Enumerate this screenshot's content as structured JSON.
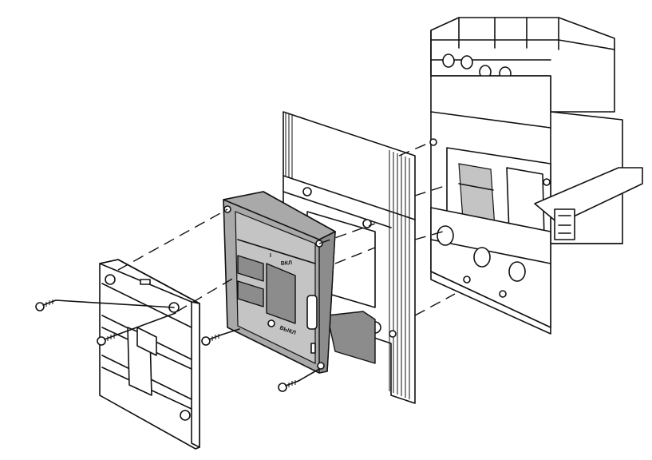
{
  "labels": {
    "on": "ВКЛ",
    "off": "ВЫКЛ",
    "on_mark": "I"
  }
}
